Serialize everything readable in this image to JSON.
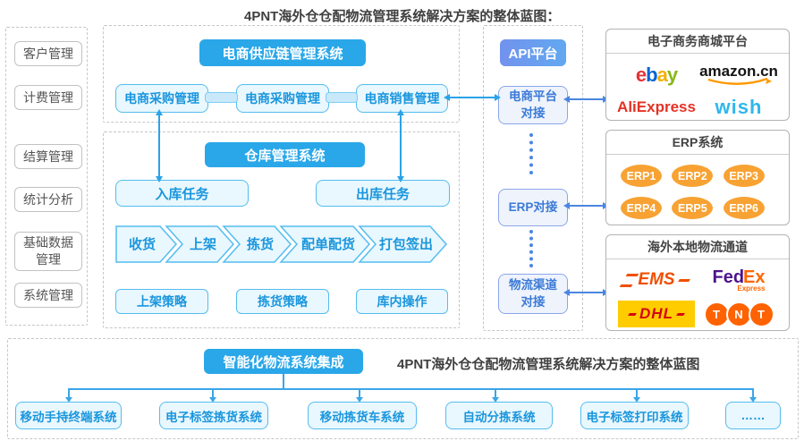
{
  "title": "4PNT海外仓仓配物流管理系统解决方案的整体蓝图：",
  "sidebar": {
    "items": [
      "客户管理",
      "计费管理",
      "结算管理",
      "统计分析",
      "基础数据管理",
      "系统管理"
    ]
  },
  "ecom": {
    "header": "电商供应链管理系统",
    "modules": [
      "电商采购管理",
      "电商采购管理",
      "电商销售管理"
    ]
  },
  "wms": {
    "header": "仓库管理系统",
    "inbound": "入库任务",
    "outbound": "出库任务",
    "flow": [
      "收货",
      "上架",
      "拣货",
      "配单配货",
      "打包签出"
    ],
    "strategies": [
      "上架策略",
      "拣货策略",
      "库内操作"
    ]
  },
  "api": {
    "header": "API平台",
    "nodes": [
      "电商平台对接",
      "ERP对接",
      "物流渠道对接"
    ]
  },
  "panels": [
    {
      "title": "电子商务商城平台"
    },
    {
      "title": "ERP系统",
      "items": [
        "ERP1",
        "ERP2",
        "ERP3",
        "ERP4",
        "ERP5",
        "ERP6"
      ]
    },
    {
      "title": "海外本地物流通道"
    }
  ],
  "logos": {
    "ebay": [
      "e",
      "b",
      "a",
      "y"
    ],
    "amazon_text": "amazon",
    "amazon_suffix": ".cn",
    "aliexpress": "AliExpress",
    "wish": "wish",
    "ems": "EMS",
    "fedex_fed": "Fed",
    "fedex_ex": "Ex",
    "fedex_express": "Express",
    "dhl": "DHL",
    "tnt": [
      "T",
      "N",
      "T"
    ]
  },
  "bottom": {
    "header": "智能化物流系统集成",
    "caption": "4PNT海外仓仓配物流管理系统解决方案的整体蓝图",
    "systems": [
      "移动手持终端系统",
      "电子标签拣货系统",
      "移动拣货车系统",
      "自动分拣系统",
      "电子标签打印系统",
      "……"
    ]
  },
  "colors": {
    "header_blue": "#2aa7e8",
    "api_header_blue": "#6d9af0",
    "node_border_blue": "#54bdef",
    "node_text_blue": "#1a96dd",
    "arrow_cyan": "#2aa3e8",
    "arrow_royal": "#4a86e0",
    "erp_orange": "#f7a233",
    "ebay_colors": [
      "#e53238",
      "#0064d2",
      "#f5af02",
      "#86b817"
    ],
    "amazon_smile": "#ff9900",
    "aliexpress_red": "#e43225",
    "wish_blue": "#2fb7ec",
    "ems_orange": "#f04f00",
    "fedex_purple": "#4d148c",
    "fedex_orange": "#ff6600",
    "dhl_yellow": "#ffcc00",
    "dhl_red": "#d40511",
    "tnt_orange": "#ff6200"
  }
}
